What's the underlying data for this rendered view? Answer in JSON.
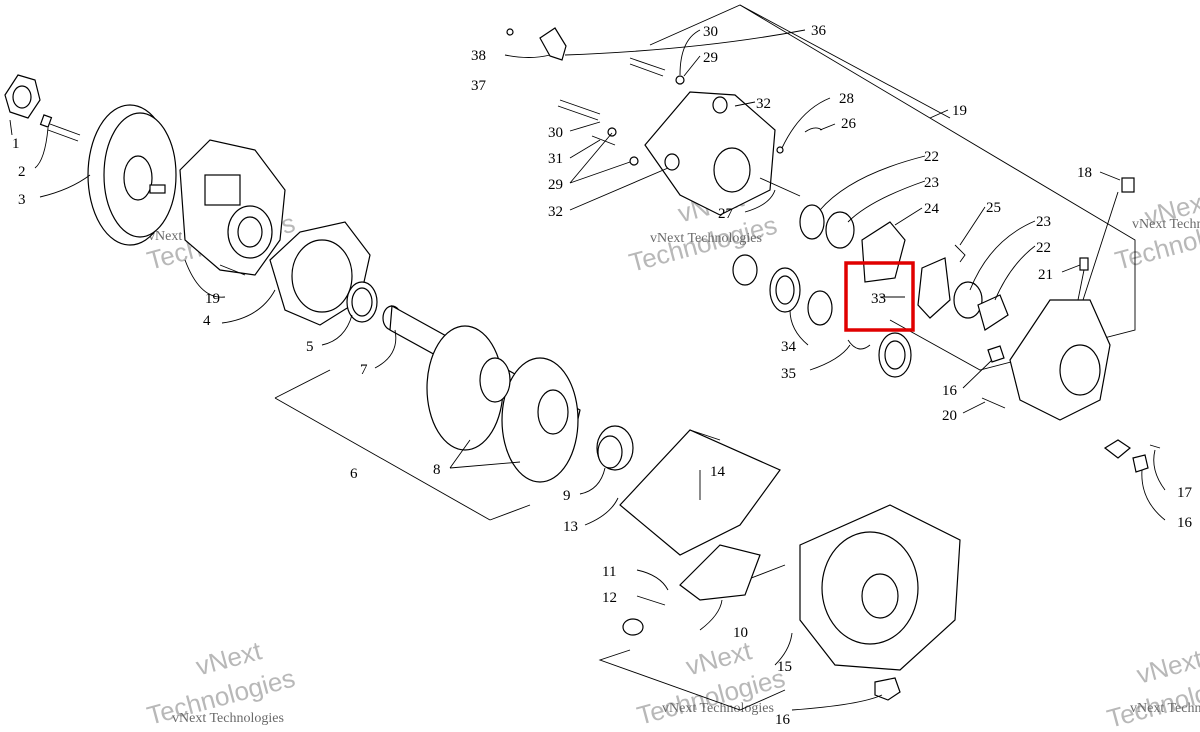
{
  "callouts": [
    {
      "id": "c1",
      "label": "1"
    },
    {
      "id": "c2",
      "label": "2"
    },
    {
      "id": "c3",
      "label": "3"
    },
    {
      "id": "c4",
      "label": "4"
    },
    {
      "id": "c5",
      "label": "5"
    },
    {
      "id": "c6",
      "label": "6"
    },
    {
      "id": "c7",
      "label": "7"
    },
    {
      "id": "c8",
      "label": "8"
    },
    {
      "id": "c9",
      "label": "9"
    },
    {
      "id": "c10",
      "label": "10"
    },
    {
      "id": "c11",
      "label": "11"
    },
    {
      "id": "c12",
      "label": "12"
    },
    {
      "id": "c13",
      "label": "13"
    },
    {
      "id": "c14",
      "label": "14"
    },
    {
      "id": "c15",
      "label": "15"
    },
    {
      "id": "c16a",
      "label": "16"
    },
    {
      "id": "c16b",
      "label": "16"
    },
    {
      "id": "c16c",
      "label": "16"
    },
    {
      "id": "c17",
      "label": "17"
    },
    {
      "id": "c18",
      "label": "18"
    },
    {
      "id": "c19a",
      "label": "19"
    },
    {
      "id": "c19b",
      "label": "19"
    },
    {
      "id": "c20",
      "label": "20"
    },
    {
      "id": "c21",
      "label": "21"
    },
    {
      "id": "c22a",
      "label": "22"
    },
    {
      "id": "c22b",
      "label": "22"
    },
    {
      "id": "c23a",
      "label": "23"
    },
    {
      "id": "c23b",
      "label": "23"
    },
    {
      "id": "c24",
      "label": "24"
    },
    {
      "id": "c25",
      "label": "25"
    },
    {
      "id": "c26",
      "label": "26"
    },
    {
      "id": "c27",
      "label": "27"
    },
    {
      "id": "c28",
      "label": "28"
    },
    {
      "id": "c29a",
      "label": "29"
    },
    {
      "id": "c29b",
      "label": "29"
    },
    {
      "id": "c30a",
      "label": "30"
    },
    {
      "id": "c30b",
      "label": "30"
    },
    {
      "id": "c31",
      "label": "31"
    },
    {
      "id": "c32a",
      "label": "32"
    },
    {
      "id": "c32b",
      "label": "32"
    },
    {
      "id": "c33",
      "label": "33"
    },
    {
      "id": "c34",
      "label": "34"
    },
    {
      "id": "c35",
      "label": "35"
    },
    {
      "id": "c36",
      "label": "36"
    },
    {
      "id": "c37",
      "label": "37"
    },
    {
      "id": "c38",
      "label": "38"
    }
  ],
  "highlight": {
    "callout": "33",
    "color": "#e00000"
  },
  "watermark": {
    "line1": "vNext",
    "line2": "Technologies",
    "line3": "vNext Technologies"
  }
}
